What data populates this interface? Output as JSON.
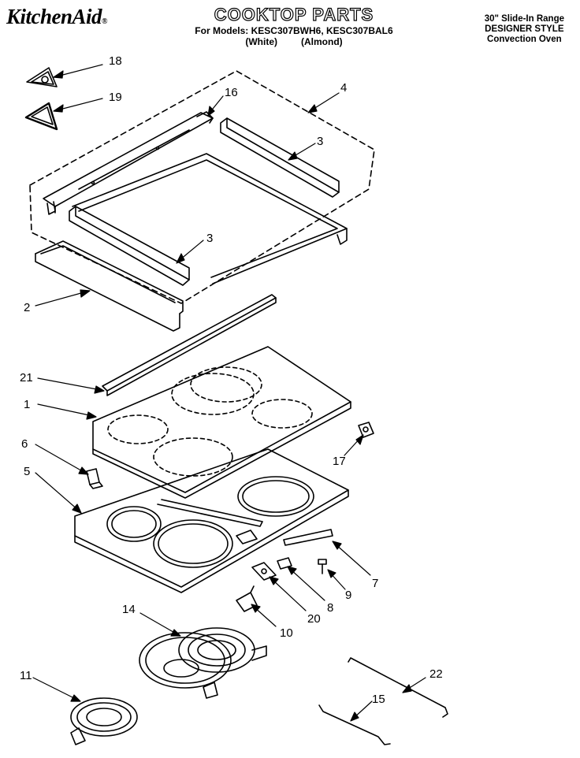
{
  "header": {
    "brand": "KitchenAid",
    "brand_mark": "®",
    "title": "COOKTOP PARTS",
    "models_line": "For Models: KESC307BWH6, KESC307BAL6",
    "variant_white": "(White)",
    "variant_almond": "(Almond)"
  },
  "meta": {
    "line1": "30\" Slide-In Range",
    "line2": "DESIGNER STYLE",
    "line3": "Convection Oven"
  },
  "callouts": {
    "c18": "18",
    "c19": "19",
    "c16": "16",
    "c4": "4",
    "c3a": "3",
    "c3b": "3",
    "c2": "2",
    "c21": "21",
    "c1": "1",
    "c6": "6",
    "c5": "5",
    "c17": "17",
    "c7": "7",
    "c9": "9",
    "c8": "8",
    "c20": "20",
    "c10": "10",
    "c14": "14",
    "c11": "11",
    "c22": "22",
    "c15": "15"
  }
}
